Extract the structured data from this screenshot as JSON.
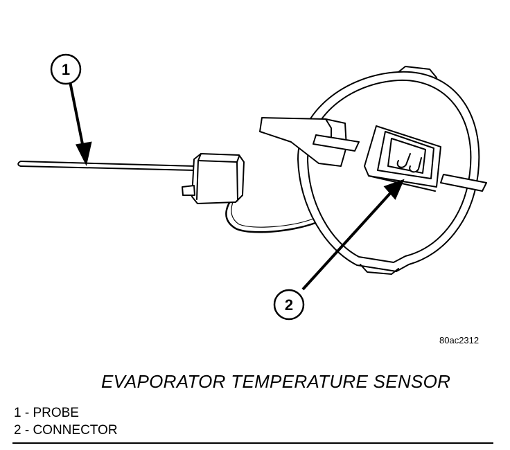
{
  "callouts": [
    {
      "number": "1"
    },
    {
      "number": "2"
    }
  ],
  "figure_code": "80ac2312",
  "title": "EVAPORATOR TEMPERATURE SENSOR",
  "legend": [
    "1 - PROBE",
    "2 - CONNECTOR"
  ]
}
